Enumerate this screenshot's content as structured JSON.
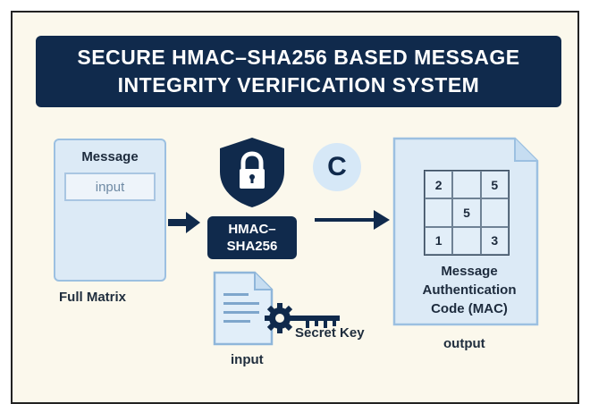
{
  "title": {
    "line1": "SECURE HMAC–SHA256 BASED MESSAGE",
    "line2": "INTEGRITY VERIFICATION SYSTEM"
  },
  "message_card": {
    "title": "Message",
    "input_value": "input",
    "caption": "Full Matrix"
  },
  "hmac": {
    "line1": "HMAC–",
    "line2": "SHA256",
    "shield_icon": "lock-shield-icon"
  },
  "c_badge": "C",
  "key_input": {
    "doc_icon": "document-icon",
    "key_icon": "gear-key-icon",
    "key_label": "Secret Key",
    "caption": "input"
  },
  "mac": {
    "grid": [
      [
        "2",
        "",
        "5"
      ],
      [
        "",
        "5",
        ""
      ],
      [
        "1",
        "",
        "3"
      ]
    ],
    "title_line1": "Message",
    "title_line2": "Authentication",
    "title_line3": "Code (MAC)",
    "caption": "output"
  },
  "colors": {
    "navy": "#102a4c",
    "light_blue": "#dceaf6",
    "cream": "#fbf8ec"
  }
}
